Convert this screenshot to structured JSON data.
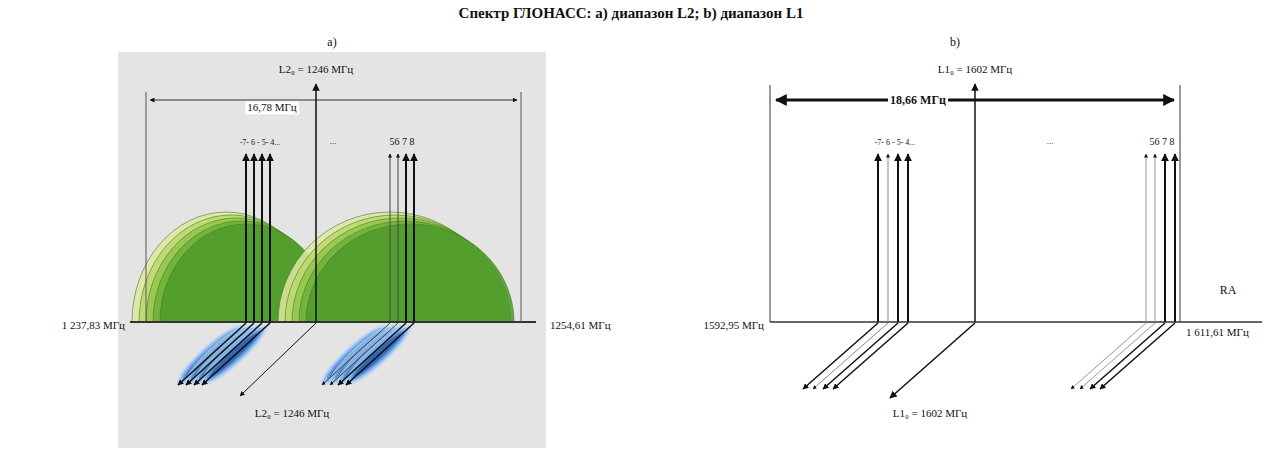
{
  "diagram": {
    "title": "Спектр ГЛОНАСС: a) диапазон L2; b) диапазон L1",
    "labels": [
      "a)",
      "L2₀ = 1246 МГц",
      "16,78 МГц",
      "-7- 6 - 5- 4...",
      "...",
      "56 7 8",
      "1 237,83 МГц",
      "1254,61 МГц",
      "L2₀ = 1246 МГц",
      "b)",
      "L1₀ = 1602 МГц",
      "18,66 МГц",
      "-7- 6 - 5- 4...",
      "...",
      "56 7 8",
      "RA",
      "1592,95 МГц",
      "1 611,61 МГц",
      "L1₀ = 1602 МГц"
    ]
  }
}
